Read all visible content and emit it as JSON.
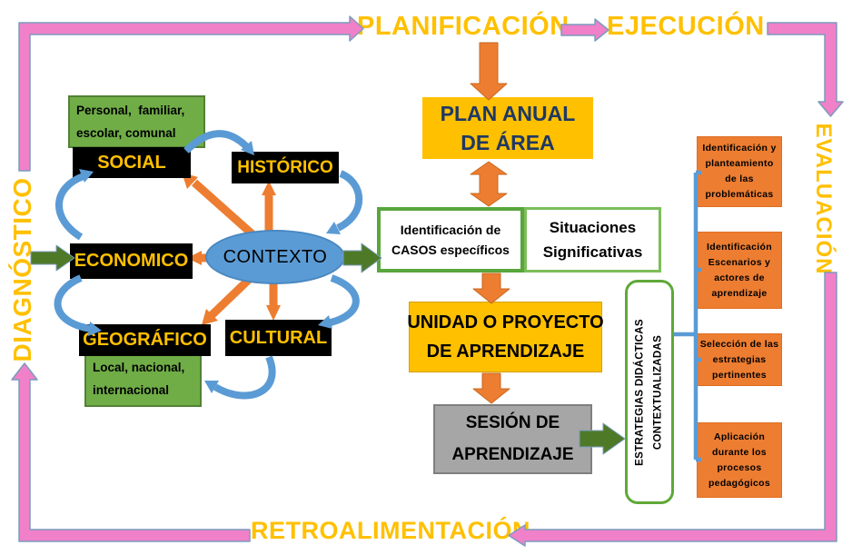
{
  "banner": {
    "planificacion": "PLANIFICACIÓN",
    "ejecucion": "EJECUCIÓN",
    "diagnostico": "DIAGNÓSTICO",
    "evaluacion": "EVALUACIÓN",
    "retroalimentacion": "RETROALIMENTACIÓN"
  },
  "contexto": {
    "label": "CONTEXTO",
    "social": "SOCIAL",
    "historico": "HISTÓRICO",
    "economico": "ECONOMICO",
    "geografico": "GEOGRÁFICO",
    "cultural": "CULTURAL",
    "ambito_social": [
      "Personal,  familiar,",
      "escolar, comunal"
    ],
    "ambito_geografico": [
      "Local, nacional,",
      "internacional"
    ]
  },
  "flujo": {
    "plan_anual": [
      "PLAN ANUAL",
      "DE ÁREA"
    ],
    "casos": [
      "Identificación de",
      "CASOS específicos"
    ],
    "situaciones": [
      "Situaciones",
      "Significativas"
    ],
    "unidad": [
      "UNIDAD O PROYECTO",
      "DE APRENDIZAJE"
    ],
    "sesion": [
      "SESIÓN DE",
      "APRENDIZAJE"
    ],
    "estrategias": [
      "ESTRATEGIAS DIDÁCTICAS",
      "CONTEXTUALIZADAS"
    ]
  },
  "etapas": {
    "boxes": [
      {
        "lines": [
          "Identificación y",
          "planteamiento",
          "de las",
          "problemáticas"
        ]
      },
      {
        "lines": [
          "Identificación",
          "Escenarios y",
          "actores de",
          "aprendizaje"
        ]
      },
      {
        "lines": [
          "Selección de las",
          "estrategias",
          "pertinentes"
        ]
      },
      {
        "lines": [
          "Aplicación",
          "durante los",
          "procesos",
          "pedagógicos"
        ]
      }
    ]
  },
  "colors": {
    "pink": "#F080C8",
    "gold": "#FFC000",
    "orange": "#ED7D31",
    "blue": "#5B9BD5",
    "green_box": "#70AD47",
    "green_arrow": "#4E7A28",
    "navy": "#1F3864",
    "gray": "#A6A6A6"
  }
}
